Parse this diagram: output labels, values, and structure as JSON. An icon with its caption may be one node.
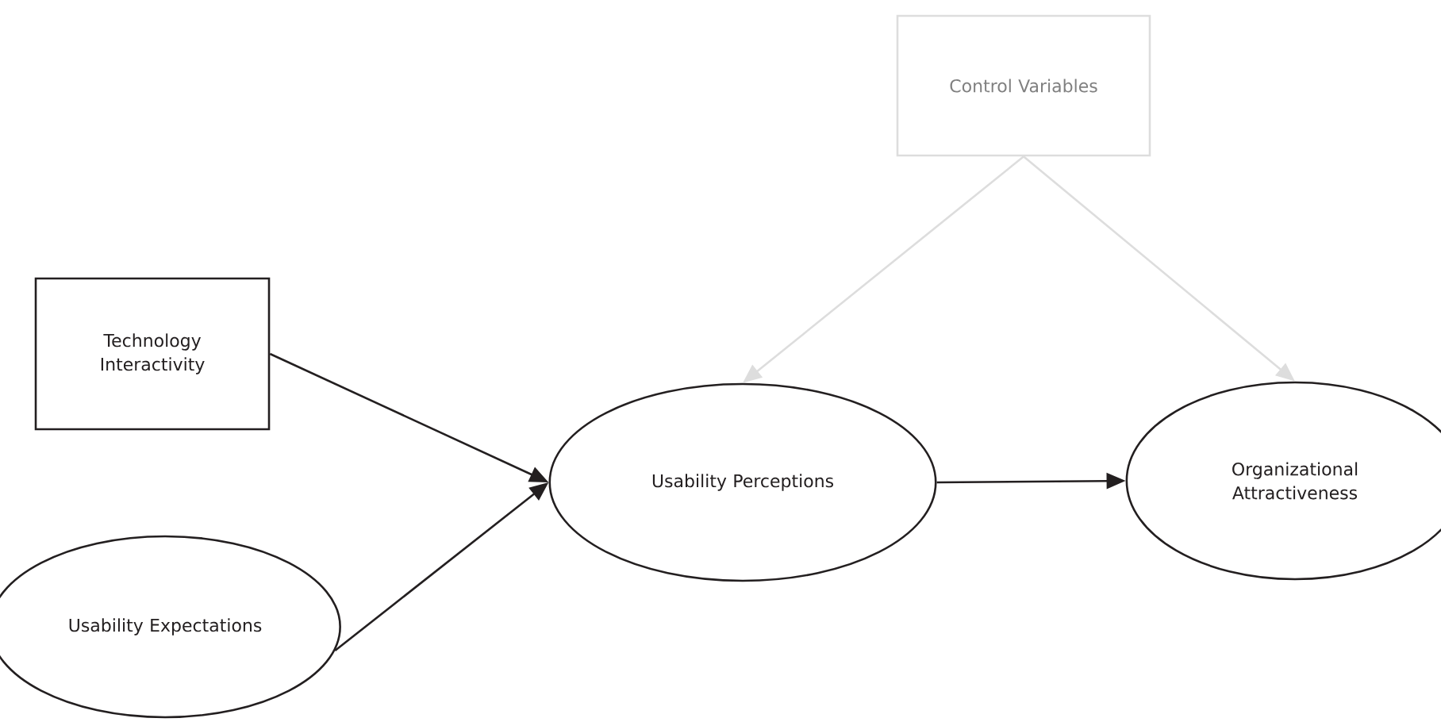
{
  "diagram": {
    "nodes": [
      {
        "text": [
          "Control Variables"
        ]
      },
      {
        "text": [
          "Technology Interactivity"
        ]
      },
      {
        "text": [
          "Usability Perceptions"
        ]
      },
      {
        "text": [
          "Organizational Attractiveness"
        ]
      },
      {
        "text": [
          "Usability Expectations"
        ]
      }
    ],
    "edges": [
      {
        "from": 1,
        "to": 2,
        "arrow": "to"
      },
      {
        "from": 4,
        "to": 2,
        "arrow": "to"
      },
      {
        "from": 2,
        "to": 3,
        "arrow": "to"
      },
      {
        "from": 0,
        "to": 2,
        "arrow": "to",
        "color": "#dddddd"
      },
      {
        "from": 0,
        "to": 3,
        "arrow": "to",
        "color": "#dddddd"
      }
    ]
  }
}
